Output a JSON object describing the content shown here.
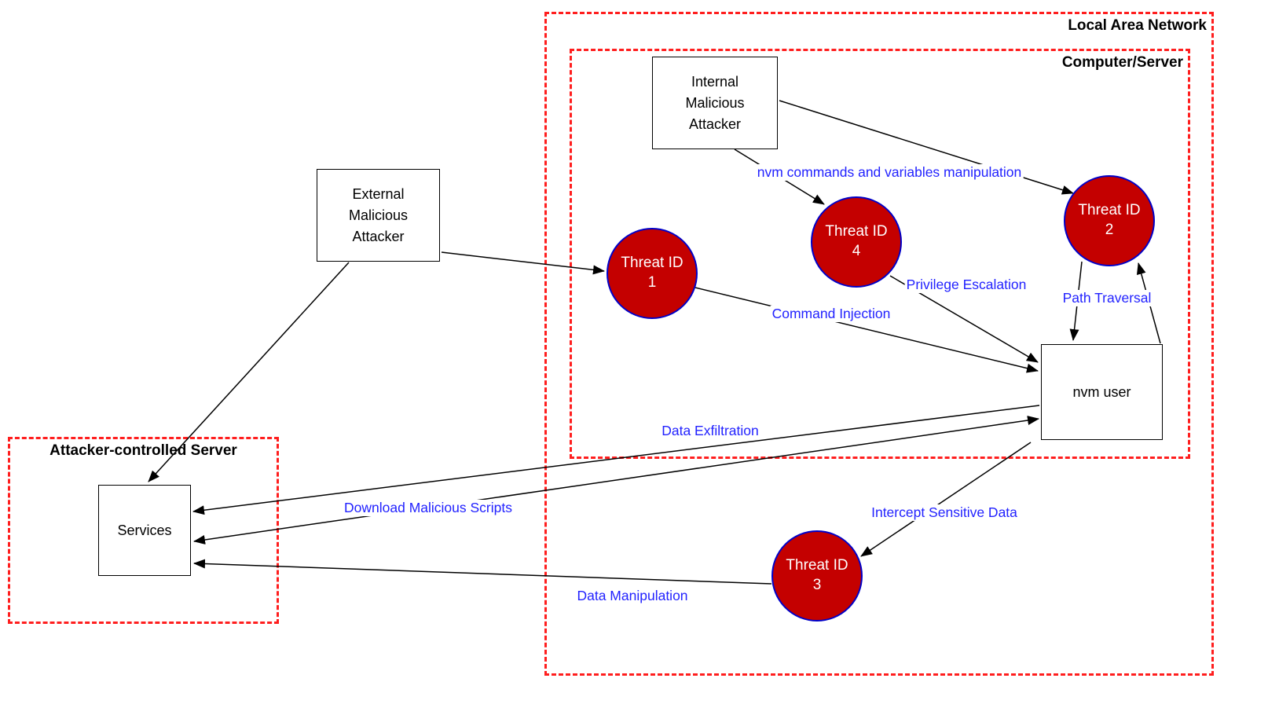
{
  "colors": {
    "boundary_red": "#ff1e1e",
    "threat_fill": "#c40000",
    "threat_stroke": "#0000c8",
    "flow_label_blue": "#2222ff",
    "line_black": "#000000"
  },
  "boundaries": {
    "lan": {
      "label": "Local Area Network"
    },
    "computer": {
      "label": "Computer/Server"
    },
    "attacker_server": {
      "label": "Attacker-controlled Server"
    }
  },
  "nodes": {
    "internal_attacker": {
      "lines": [
        "Internal",
        "Malicious",
        "Attacker"
      ]
    },
    "external_attacker": {
      "lines": [
        "External",
        "Malicious",
        "Attacker"
      ]
    },
    "nvm_user": {
      "label": "nvm user"
    },
    "services": {
      "label": "Services"
    }
  },
  "threats": {
    "t1": {
      "name": "Threat ID",
      "number": "1"
    },
    "t2": {
      "name": "Threat ID",
      "number": "2"
    },
    "t3": {
      "name": "Threat ID",
      "number": "3"
    },
    "t4": {
      "name": "Threat ID",
      "number": "4"
    }
  },
  "flows": {
    "nvm_manipulation": "nvm commands and variables manipulation",
    "privilege_escalation": "Privilege Escalation",
    "path_traversal": "Path Traversal",
    "command_injection": "Command Injection",
    "data_exfiltration": "Data Exfiltration",
    "download_scripts": "Download Malicious Scripts",
    "intercept_data": "Intercept Sensitive Data",
    "data_manipulation": "Data Manipulation"
  }
}
